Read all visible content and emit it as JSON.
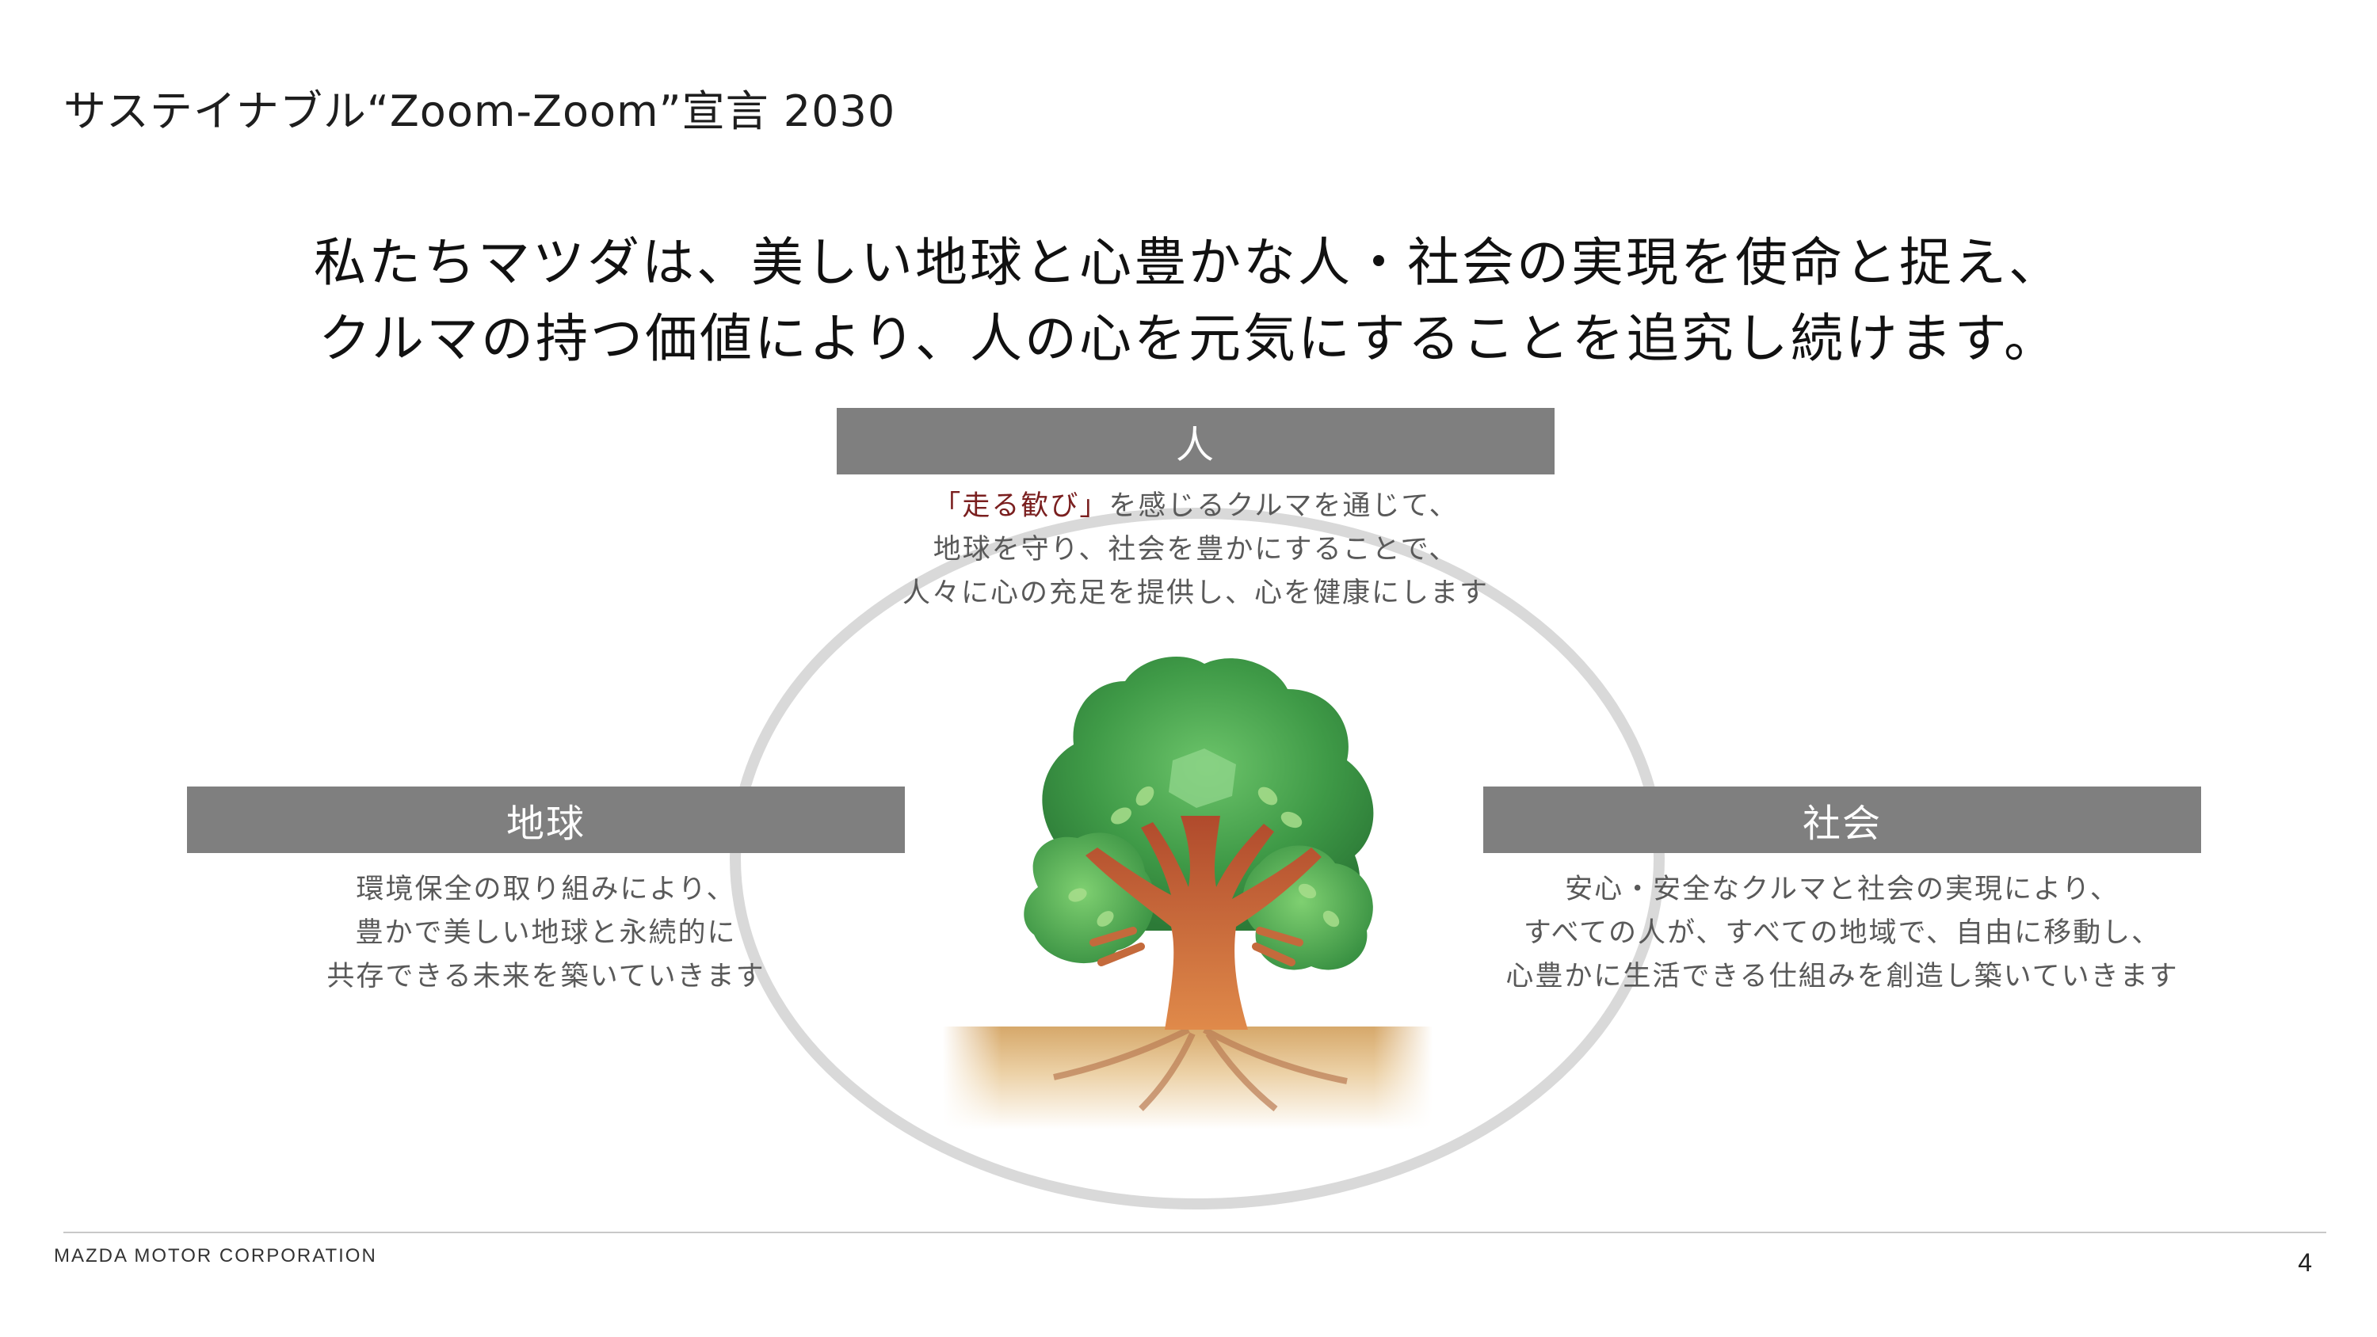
{
  "slide": {
    "title": "サステイナブル“Zoom-Zoom”宣言 2030",
    "headline_line1": "私たちマツダは、美しい地球と心豊かな人・社会の実現を使命と捉え、",
    "headline_line2": "クルマの持つ価値により、人の心を元気にすることを追究し続けます。"
  },
  "people": {
    "label": "人",
    "desc_highlight": "「走る歓び」",
    "desc_line1_rest": "を感じるクルマを通じて、",
    "desc_line2": "地球を守り、社会を豊かにすることで、",
    "desc_line3": "人々に心の充足を提供し、心を健康にします"
  },
  "earth": {
    "label": "地球",
    "desc_line1": "環境保全の取り組みにより、",
    "desc_line2": "豊かで美しい地球と永続的に",
    "desc_line3": "共存できる未来を築いていきます"
  },
  "society": {
    "label": "社会",
    "desc_line1": "安心・安全なクルマと社会の実現により、",
    "desc_line2": "すべての人が、すべての地域で、自由に移動し、",
    "desc_line3": "心豊かに生活できる仕組みを創造し築いていきます"
  },
  "footer": {
    "company": "MAZDA MOTOR CORPORATION",
    "page_number": "4"
  },
  "colors": {
    "label_bar": "#7f7f7f",
    "accent_red": "#7a1f1f",
    "body_gray": "#595959",
    "circle": "#d9d9d9"
  },
  "icons": {
    "center_illustration": "tree-icon"
  }
}
